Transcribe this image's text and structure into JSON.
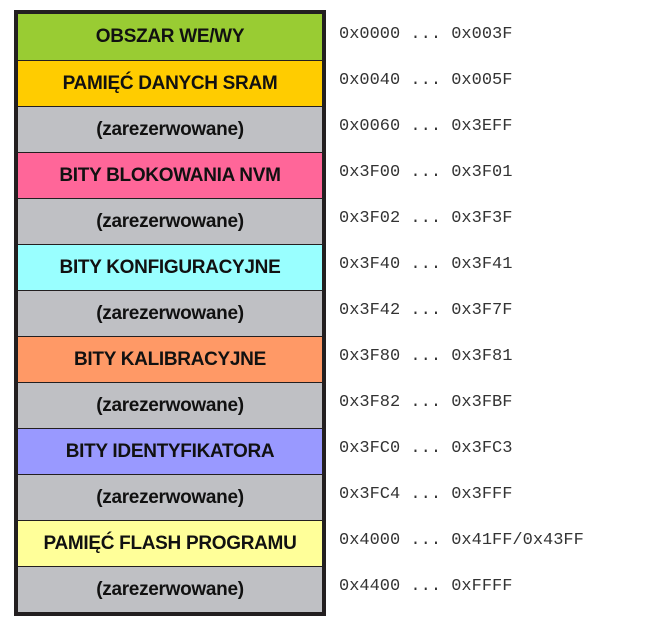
{
  "memory_map": {
    "regions": [
      {
        "label": "OBSZAR WE/WY",
        "color": "#99cc33",
        "range": "0x0000 ... 0x003F"
      },
      {
        "label": "PAMIĘĆ DANYCH SRAM",
        "color": "#ffcc00",
        "range": "0x0040 ... 0x005F"
      },
      {
        "label": "(zarezerwowane)",
        "color": "#bfc0c4",
        "range": "0x0060 ... 0x3EFF"
      },
      {
        "label": "BITY BLOKOWANIA NVM",
        "color": "#ff6699",
        "range": "0x3F00 ... 0x3F01"
      },
      {
        "label": "(zarezerwowane)",
        "color": "#bfc0c4",
        "range": "0x3F02 ... 0x3F3F"
      },
      {
        "label": "BITY KONFIGURACYJNE",
        "color": "#99ffff",
        "range": "0x3F40 ... 0x3F41"
      },
      {
        "label": "(zarezerwowane)",
        "color": "#bfc0c4",
        "range": "0x3F42 ... 0x3F7F"
      },
      {
        "label": "BITY KALIBRACYJNE",
        "color": "#ff9966",
        "range": "0x3F80 ... 0x3F81"
      },
      {
        "label": "(zarezerwowane)",
        "color": "#bfc0c4",
        "range": "0x3F82 ... 0x3FBF"
      },
      {
        "label": "BITY IDENTYFIKATORA",
        "color": "#9999ff",
        "range": "0x3FC0 ... 0x3FC3"
      },
      {
        "label": "(zarezerwowane)",
        "color": "#bfc0c4",
        "range": "0x3FC4 ... 0x3FFF"
      },
      {
        "label": "PAMIĘĆ FLASH PROGRAMU",
        "color": "#ffff99",
        "range": "0x4000 ... 0x41FF/0x43FF"
      },
      {
        "label": "(zarezerwowane)",
        "color": "#bfc0c4",
        "range": "0x4400 ... 0xFFFF"
      }
    ]
  }
}
